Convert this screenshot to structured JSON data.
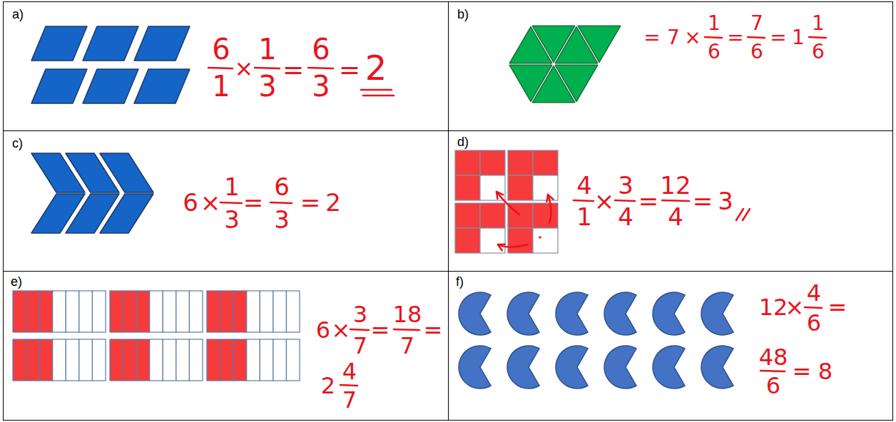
{
  "diagram": {
    "nodes": [
      {
        "text": [
          "a)",
          "6",
          "1",
          "×",
          "1",
          "3",
          "=",
          "6",
          "3",
          "=",
          "2"
        ]
      },
      {
        "text": [
          "b)",
          "=",
          "7",
          "×",
          "1",
          "6",
          "=",
          "7",
          "6",
          "=",
          "1",
          "1",
          "6"
        ]
      },
      {
        "text": [
          "c)",
          "6",
          "×",
          "1",
          "3",
          "=",
          "6",
          "3",
          "=",
          "2"
        ]
      },
      {
        "text": [
          "d)",
          "4",
          "1",
          "×",
          "3",
          "4",
          "=",
          "12",
          "4",
          "=",
          "3"
        ]
      },
      {
        "text": [
          "e)",
          "6",
          "×",
          "3",
          "7",
          "=",
          "18",
          "7",
          "=",
          "2",
          "4",
          "7"
        ]
      },
      {
        "text": [
          "f)",
          "12",
          "×",
          "4",
          "6",
          "=",
          "48",
          "6",
          "=",
          "8"
        ]
      }
    ]
  }
}
